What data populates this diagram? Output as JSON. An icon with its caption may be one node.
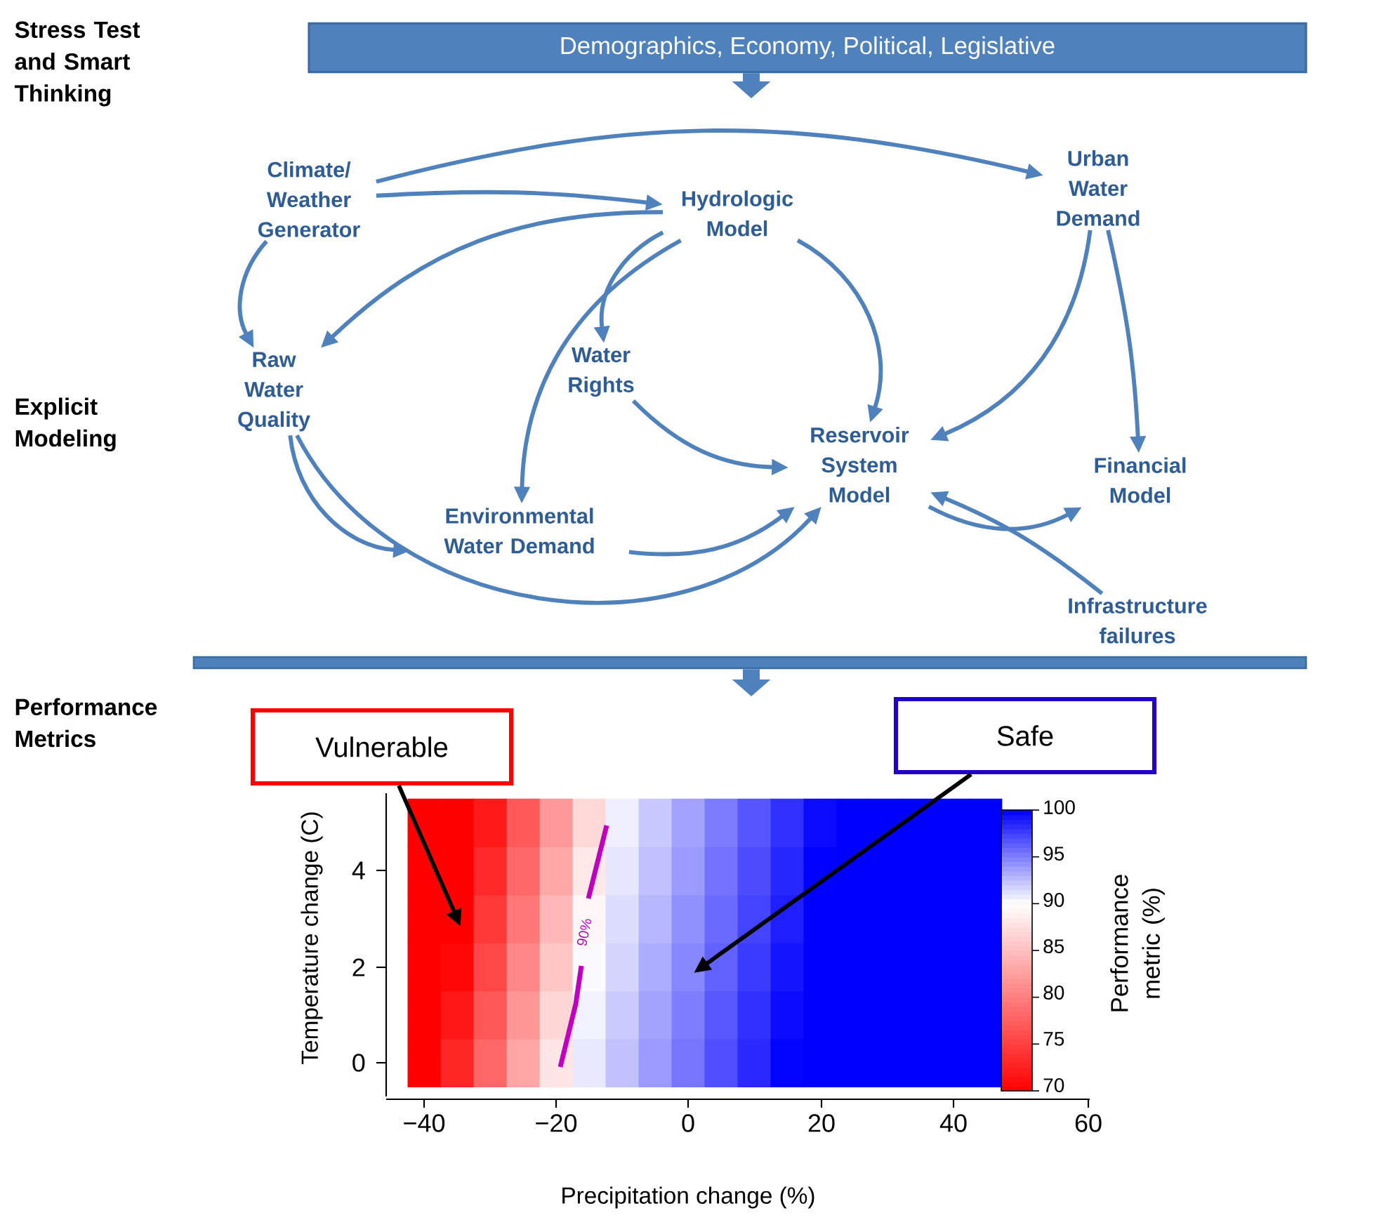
{
  "diagram": {
    "nodes": [
      {
        "text": [
          "Demographics, Economy, Political, Legislative"
        ]
      },
      {
        "text": [
          "Climate/ Weather Generator"
        ]
      },
      {
        "text": [
          "Hydrologic Model"
        ]
      },
      {
        "text": [
          "Urban Water Demand"
        ]
      },
      {
        "text": [
          "Raw Water Quality"
        ]
      },
      {
        "text": [
          "Water Rights"
        ]
      },
      {
        "text": [
          "Reservoir System Model"
        ]
      },
      {
        "text": [
          "Financial Model"
        ]
      },
      {
        "text": [
          "Environmental Water Demand"
        ]
      },
      {
        "text": [
          "Infrastructure failures"
        ]
      },
      {
        "text": [],
        "shape": "bar"
      },
      {
        "text": [
          "Vulnerable"
        ]
      },
      {
        "text": [
          "Safe"
        ]
      }
    ],
    "edges": [
      {
        "from": 0,
        "to": null,
        "arrow": "to",
        "style": "thick"
      },
      {
        "from": 1,
        "to": 3,
        "arrow": "to"
      },
      {
        "from": 1,
        "to": 2,
        "arrow": "to"
      },
      {
        "from": 1,
        "to": 4,
        "arrow": "to"
      },
      {
        "from": 2,
        "to": 4,
        "arrow": "to"
      },
      {
        "from": 2,
        "to": 8,
        "arrow": "to"
      },
      {
        "from": 2,
        "to": 5,
        "arrow": "to"
      },
      {
        "from": 2,
        "to": 6,
        "arrow": "to"
      },
      {
        "from": 3,
        "to": 6,
        "arrow": "to"
      },
      {
        "from": 3,
        "to": 7,
        "arrow": "to"
      },
      {
        "from": 5,
        "to": 6,
        "arrow": "to"
      },
      {
        "from": 4,
        "to": 8,
        "arrow": "to"
      },
      {
        "from": 8,
        "to": 6,
        "arrow": "to"
      },
      {
        "from": 4,
        "to": 6,
        "arrow": "to"
      },
      {
        "from": 6,
        "to": 7,
        "arrow": "to"
      },
      {
        "from": 9,
        "to": 6,
        "arrow": "to"
      },
      {
        "from": 10,
        "to": null,
        "arrow": "to",
        "style": "thick"
      },
      {
        "from": 11,
        "to": null,
        "arrow": "to",
        "color": "#000000"
      },
      {
        "from": 12,
        "to": null,
        "arrow": "to",
        "color": "#000000"
      }
    ],
    "labels": [
      "Stress Test and Smart Thinking",
      "Explicit Modeling",
      "Performance Metrics",
      "90%",
      "Temperature change (C)",
      "0",
      "2",
      "4",
      "−40",
      "−20",
      "0",
      "20",
      "40",
      "60",
      "Precipitation change (%)",
      "100",
      "95",
      "90",
      "85",
      "80",
      "75",
      "70",
      "Performance metric (%)"
    ]
  }
}
